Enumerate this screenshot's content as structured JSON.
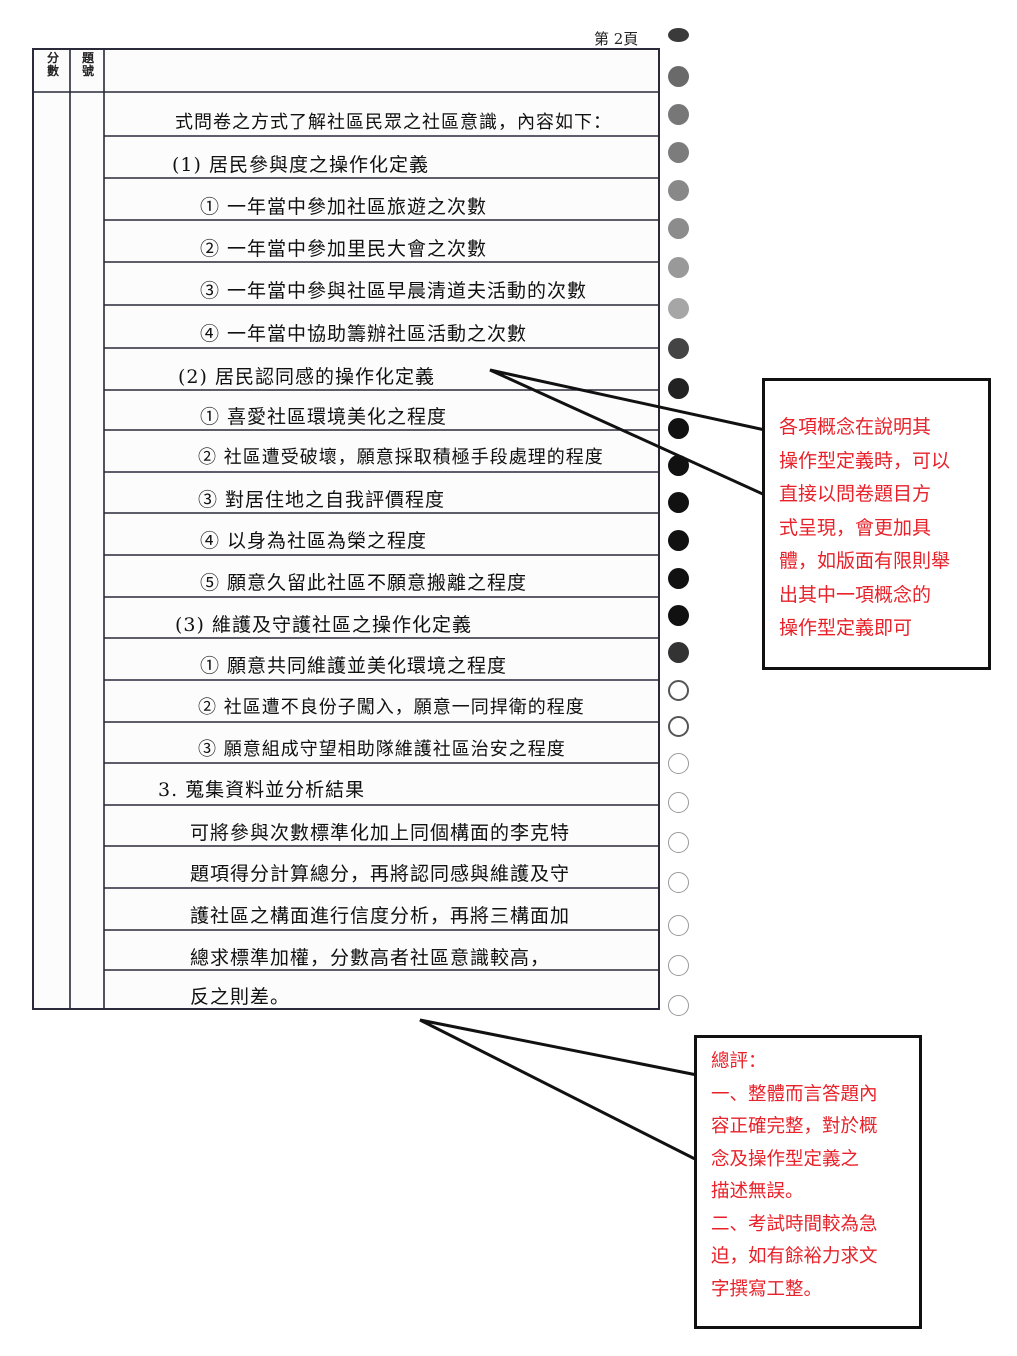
{
  "answer_sheet": {
    "page_number": "第 2頁",
    "header": {
      "score_label": "分\n數",
      "question_number_label": "題\n號"
    },
    "handwritten_lines": [
      "式問卷之方式了解社區民眾之社區意識，內容如下：",
      "(1) 居民參與度之操作化定義",
      "① 一年當中參加社區旅遊之次數",
      "② 一年當中參加里民大會之次數",
      "③ 一年當中參與社區早晨清道夫活動的次數",
      "④ 一年當中協助籌辦社區活動之次數",
      "(2) 居民認同感的操作化定義",
      "① 喜愛社區環境美化之程度",
      "② 社區遭受破壞，願意採取積極手段處理的程度",
      "③ 對居住地之自我評價程度",
      "④ 以身為社區為榮之程度",
      "⑤ 願意久留此社區不願意搬離之程度",
      "(3) 維護及守護社區之操作化定義",
      "① 願意共同維護並美化環境之程度",
      "② 社區遭不良份子闖入，願意一同捍衛的程度",
      "③ 願意組成守望相助隊維護社區治安之程度",
      "3. 蒐集資料並分析結果",
      "可將參與次數標準化加上同個構面的李克特",
      "題項得分計算總分，再將認同感與維護及守",
      "護社區之構面進行信度分析，再將三構面加",
      "總求標準加權，分數高者社區意識較高，",
      "反之則差。"
    ]
  },
  "comments": {
    "comment1": "各項概念在說明其\n操作型定義時，可以\n直接以問卷題目方\n式呈現，會更加具\n體，如版面有限則舉\n出其中一項概念的\n操作型定義即可",
    "comment2": "總評：\n一、整體而言答題內\n容正確完整，對於概\n念及操作型定義之\n描述無誤。\n二、考試時間較為急\n迫，如有餘裕力求文\n字撰寫工整。"
  },
  "colors": {
    "comment_text": "#e8222a",
    "ink": "#111111",
    "rule_lines": "#2a2a3a"
  }
}
